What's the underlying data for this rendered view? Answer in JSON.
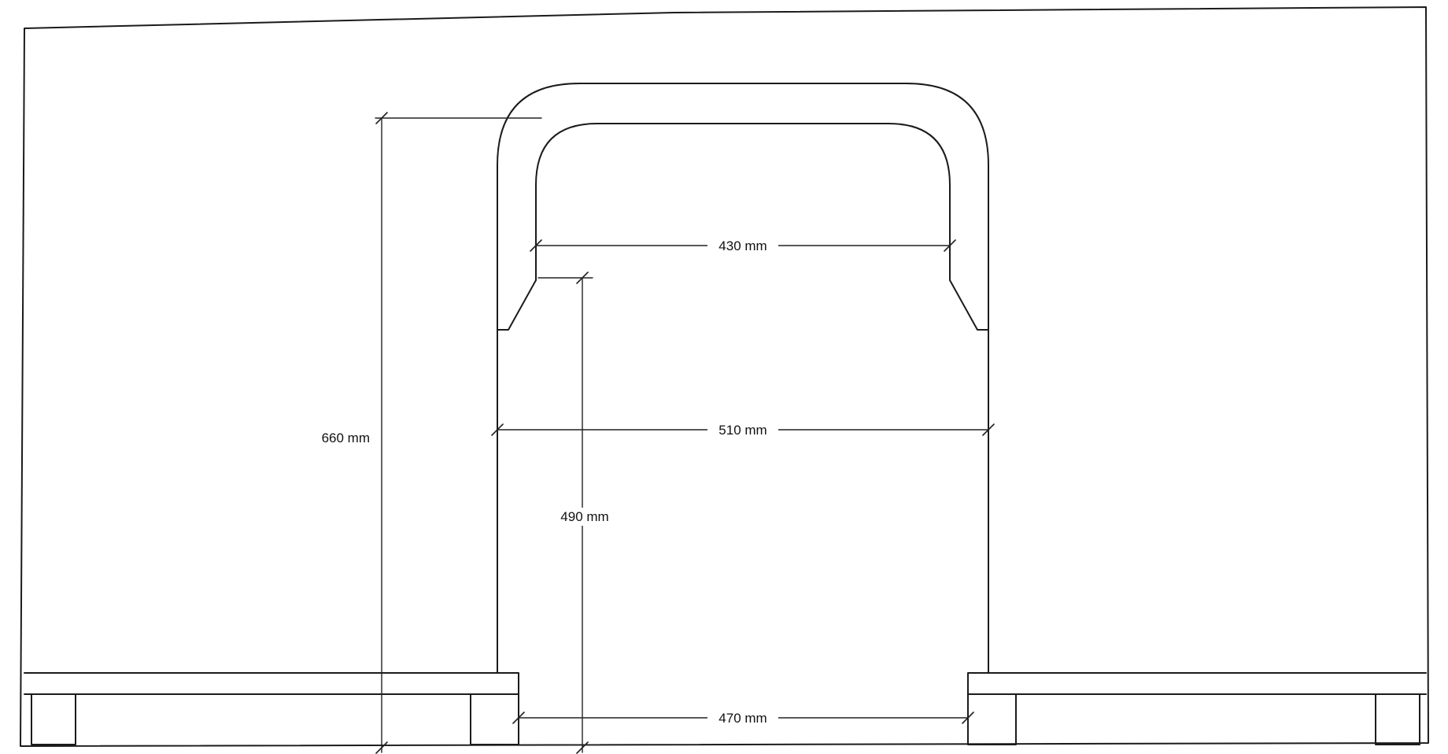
{
  "page": {
    "background": "#ffffff",
    "line_color": "#1b1b1b"
  },
  "drawing": {
    "kind": "dimensioned-technical-drawing",
    "dimensions": {
      "d430": {
        "label": "430 mm",
        "value": 430,
        "unit": "mm"
      },
      "d510": {
        "label": "510 mm",
        "value": 510,
        "unit": "mm"
      },
      "d660": {
        "label": "660 mm",
        "value": 660,
        "unit": "mm"
      },
      "d490": {
        "label": "490 mm",
        "value": 490,
        "unit": "mm"
      },
      "d470": {
        "label": "470 mm",
        "value": 470,
        "unit": "mm"
      }
    }
  }
}
